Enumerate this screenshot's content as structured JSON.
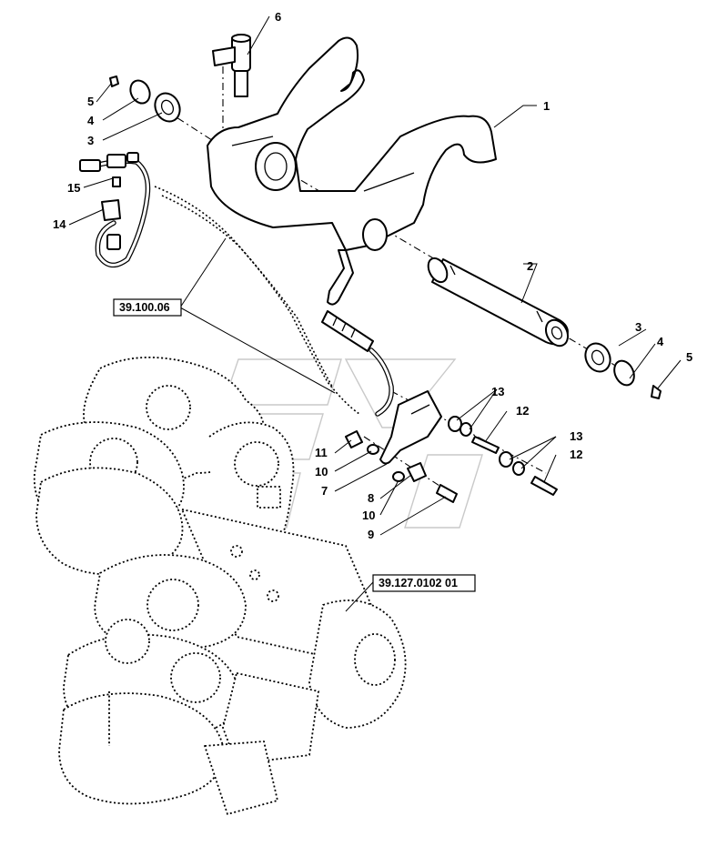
{
  "callouts": {
    "c1": "1",
    "c2": "2",
    "c3_top": "3",
    "c3_right": "3",
    "c4_top": "4",
    "c4_right": "4",
    "c5_top": "5",
    "c5_right": "5",
    "c6": "6",
    "c7": "7",
    "c8": "8",
    "c9": "9",
    "c10_a": "10",
    "c10_b": "10",
    "c11": "11",
    "c12_a": "12",
    "c12_b": "12",
    "c13_a": "13",
    "c13_b": "13",
    "c14": "14",
    "c15": "15"
  },
  "references": {
    "harness_ref": "39.100.06",
    "housing_ref": "39.127.0102 01"
  },
  "colors": {
    "line": "#000000",
    "background": "#ffffff",
    "watermark": "#c9c9c9"
  }
}
